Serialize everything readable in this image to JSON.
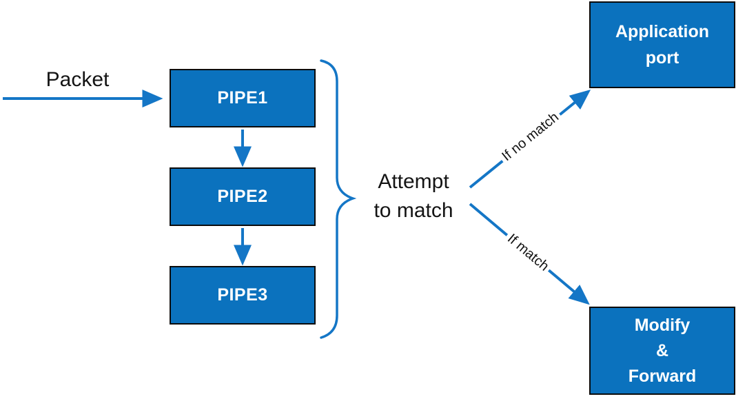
{
  "diagram": {
    "packet_label": "Packet",
    "pipes": [
      {
        "label": "PIPE1"
      },
      {
        "label": "PIPE2"
      },
      {
        "label": "PIPE3"
      }
    ],
    "attempt": {
      "lines": [
        "Attempt",
        "to match"
      ]
    },
    "branches": {
      "no_match_label": "If no match",
      "match_label": "If match"
    },
    "outcomes": {
      "application_port": {
        "lines": [
          "Application",
          "port"
        ]
      },
      "modify_forward": {
        "lines": [
          "Modify",
          "&",
          "Forward"
        ]
      }
    },
    "colors": {
      "box_fill": "#0B72BE",
      "box_border": "#0B0B0B",
      "arrow": "#1476C6",
      "text_dark": "#141414",
      "text_light": "#FFFFFF"
    }
  }
}
